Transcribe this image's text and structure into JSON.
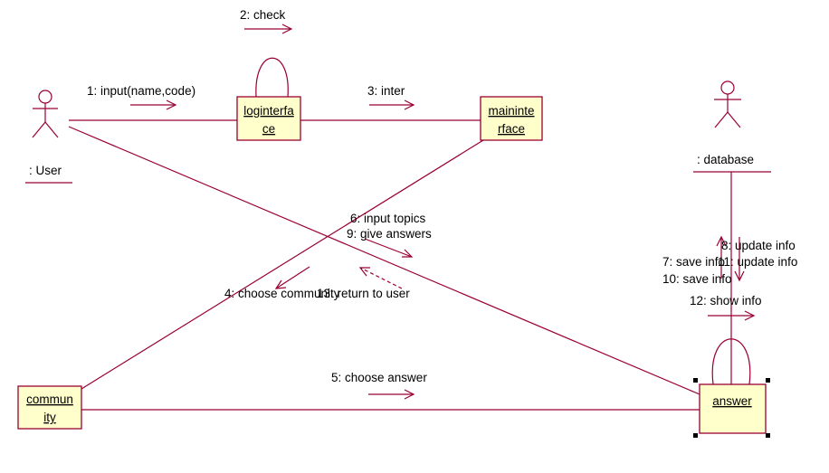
{
  "actors": {
    "user": {
      "label": ": User"
    },
    "database": {
      "label": ": database"
    }
  },
  "objects": {
    "loginterface": {
      "line1": "loginterfa",
      "line2": "ce"
    },
    "maininterface": {
      "line1": "maininte",
      "line2": "rface"
    },
    "community": {
      "line1": "commun",
      "line2": "ity"
    },
    "answer": {
      "line1": "answer"
    }
  },
  "messages": [
    {
      "id": "m2",
      "text": "2: check"
    },
    {
      "id": "m1",
      "text": "1: input(name,code)"
    },
    {
      "id": "m3",
      "text": "3: inter"
    },
    {
      "id": "m6",
      "text": "6: input topics"
    },
    {
      "id": "m9",
      "text": "9: give answers"
    },
    {
      "id": "m8",
      "text": "8: update info"
    },
    {
      "id": "m7",
      "text": "7: save info"
    },
    {
      "id": "m11",
      "text": "11: update info"
    },
    {
      "id": "m10",
      "text": "10: save info"
    },
    {
      "id": "m4",
      "text": "4: choose community"
    },
    {
      "id": "m13",
      "text": "13: return to user"
    },
    {
      "id": "m12",
      "text": "12: show info"
    },
    {
      "id": "m5",
      "text": "5: choose answer"
    }
  ],
  "colors": {
    "line": "#990033",
    "object_fill": "#ffffcc"
  }
}
